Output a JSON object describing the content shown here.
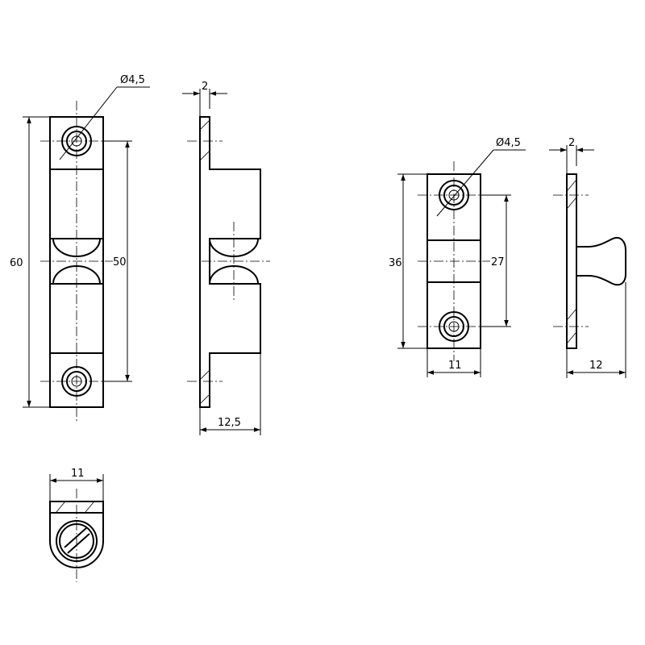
{
  "drawing": {
    "colors": {
      "line": "#000000",
      "background": "#ffffff"
    },
    "large_catch": {
      "hole_label": "Ø4,5",
      "length_label": "60",
      "hole_spacing_label": "50",
      "plate_thickness_label": "2",
      "depth_label": "12,5",
      "width_label": "11"
    },
    "small_catch": {
      "hole_label": "Ø4,5",
      "length_label": "36",
      "hole_spacing_label": "27",
      "plate_thickness_label": "2",
      "width_label": "11",
      "depth_label": "12"
    }
  }
}
